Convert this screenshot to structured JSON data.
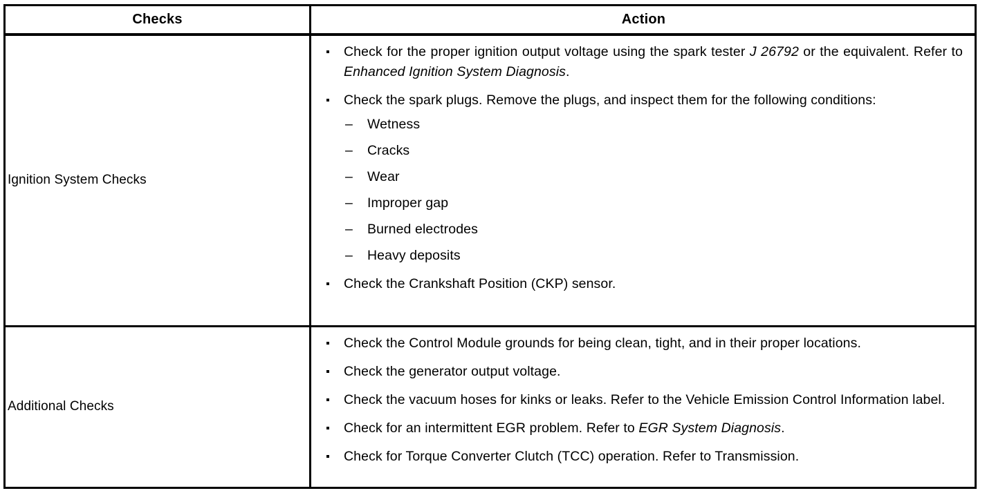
{
  "table": {
    "headers": {
      "checks": "Checks",
      "action": "Action"
    },
    "rows": [
      {
        "label": "Ignition System Checks",
        "bullets": [
          {
            "marker": "bullet-dot",
            "text_parts": [
              {
                "text": "Check for the proper ignition output voltage using the spark tester ",
                "style": "normal"
              },
              {
                "text": "J 26792",
                "style": "italic"
              },
              {
                "text": " or the equivalent. Refer to ",
                "style": "normal"
              },
              {
                "text": "Enhanced Ignition System Diagnosis",
                "style": "italic"
              },
              {
                "text": ".",
                "style": "normal"
              }
            ],
            "plain": "Check for the proper ignition output voltage using the spark tester J 26792 or the equivalent. Refer to Enhanced Ignition System Diagnosis."
          },
          {
            "marker": "bullet-dot",
            "text_parts": [
              {
                "text": "Check the spark plugs. Remove the plugs, and inspect them for the following conditions:",
                "style": "normal"
              }
            ],
            "plain": "Check the spark plugs. Remove the plugs, and inspect them for the following conditions:",
            "subitems": [
              {
                "marker": "dash",
                "text": "Wetness"
              },
              {
                "marker": "dash",
                "text": "Cracks"
              },
              {
                "marker": "dash",
                "text": "Wear"
              },
              {
                "marker": "dash",
                "text": "Improper gap"
              },
              {
                "marker": "dash",
                "text": "Burned electrodes"
              },
              {
                "marker": "dash",
                "text": "Heavy deposits"
              }
            ]
          },
          {
            "marker": "bullet-dot",
            "text_parts": [
              {
                "text": "Check the Crankshaft Position (CKP) sensor.",
                "style": "normal"
              }
            ],
            "plain": "Check the Crankshaft Position (CKP) sensor."
          }
        ]
      },
      {
        "label": "Additional Checks",
        "bullets": [
          {
            "marker": "bullet-dot",
            "text_parts": [
              {
                "text": "Check the Control Module grounds for being clean, tight, and in their proper locations.",
                "style": "normal"
              }
            ],
            "plain": "Check the Control Module grounds for being clean, tight, and in their proper locations."
          },
          {
            "marker": "bullet-dot",
            "text_parts": [
              {
                "text": "Check the generator output voltage.",
                "style": "normal"
              }
            ],
            "plain": "Check the generator output voltage."
          },
          {
            "marker": "bullet-dot",
            "text_parts": [
              {
                "text": "Check the vacuum hoses for kinks or leaks. Refer to the Vehicle Emission Control Information label.",
                "style": "normal"
              }
            ],
            "plain": "Check the vacuum hoses for kinks or leaks. Refer to the Vehicle Emission Control Information label."
          },
          {
            "marker": "bullet-dot",
            "text_parts": [
              {
                "text": "Check for an intermittent EGR problem. Refer to ",
                "style": "normal"
              },
              {
                "text": "EGR System Diagnosis",
                "style": "italic"
              },
              {
                "text": ".",
                "style": "normal"
              }
            ],
            "plain": "Check for an intermittent EGR problem. Refer to EGR System Diagnosis."
          },
          {
            "marker": "bullet-dot",
            "text_parts": [
              {
                "text": "Check for Torque Converter Clutch (TCC) operation. Refer to Transmission.",
                "style": "normal"
              }
            ],
            "plain": "Check for Torque Converter Clutch (TCC) operation. Refer to Transmission."
          }
        ]
      }
    ]
  },
  "colors": {
    "ink": "#000000",
    "paper": "#ffffff"
  }
}
